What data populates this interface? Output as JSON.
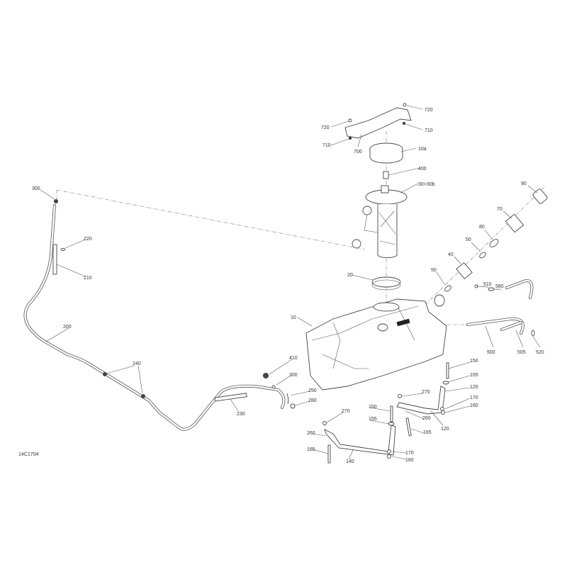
{
  "diagram_code": "14C1704",
  "callouts": [
    "720",
    "720",
    "710",
    "710",
    "700",
    "10a",
    "400",
    "30>30b",
    "90",
    "70",
    "80",
    "50",
    "40",
    "50",
    "510",
    "580",
    "20",
    "10",
    "500",
    "505",
    "520",
    "300",
    "220",
    "210",
    "200",
    "240",
    "410",
    "300",
    "250",
    "280",
    "230",
    "150",
    "155",
    "120",
    "170",
    "160",
    "270",
    "260",
    "120",
    "165",
    "150",
    "155",
    "270",
    "260",
    "165",
    "140",
    "170",
    "160"
  ]
}
